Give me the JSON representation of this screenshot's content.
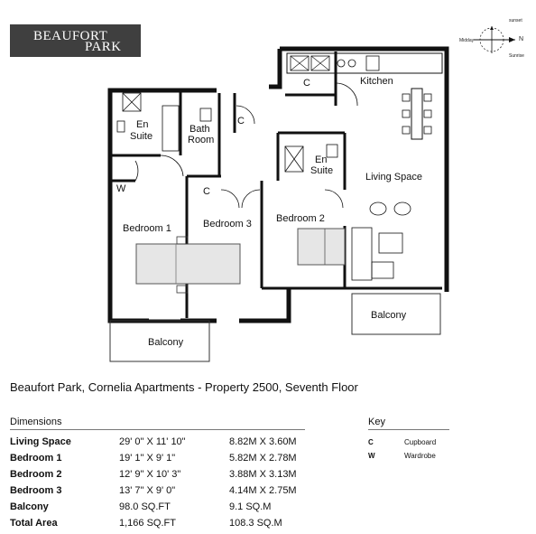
{
  "logo": {
    "line1": "BEAUFORT",
    "line2": "PARK"
  },
  "compass": {
    "north": "N",
    "sunset": "sunset",
    "sunrise": "Sunrise",
    "midday": "Midday"
  },
  "rooms": {
    "kitchen": "Kitchen",
    "living": "Living Space",
    "ensuite_1a": "En",
    "ensuite_1b": "Suite",
    "bath_1": "Bath",
    "bath_2": "Room",
    "ensuite_2a": "En",
    "ensuite_2b": "Suite",
    "bedroom1": "Bedroom 1",
    "bedroom2": "Bedroom 2",
    "bedroom3": "Bedroom 3",
    "balcony_left": "Balcony",
    "balcony_right": "Balcony",
    "c_kitchen": "C",
    "c_hall": "C",
    "c_bed3": "C",
    "w": "W"
  },
  "title": "Beaufort Park, Cornelia Apartments - Property 2500, Seventh Floor",
  "dimensions": {
    "heading": "Dimensions",
    "rows": [
      {
        "name": "Living Space",
        "imperial": "29' 0\" X 11' 10\"",
        "metric": "8.82M X 3.60M"
      },
      {
        "name": "Bedroom 1",
        "imperial": "19' 1\" X 9' 1\"",
        "metric": "5.82M X 2.78M"
      },
      {
        "name": "Bedroom 2",
        "imperial": "12' 9\" X 10' 3\"",
        "metric": "3.88M X 3.13M"
      },
      {
        "name": "Bedroom 3",
        "imperial": "13' 7\" X 9' 0\"",
        "metric": "4.14M X 2.75M"
      },
      {
        "name": "Balcony",
        "imperial": "98.0 SQ.FT",
        "metric": "9.1 SQ.M"
      },
      {
        "name": "Total Area",
        "imperial": "1,166 SQ.FT",
        "metric": "108.3 SQ.M"
      }
    ]
  },
  "key": {
    "heading": "Key",
    "items": [
      {
        "code": "C",
        "label": "Cupboard"
      },
      {
        "code": "W",
        "label": "Wardrobe"
      }
    ]
  }
}
